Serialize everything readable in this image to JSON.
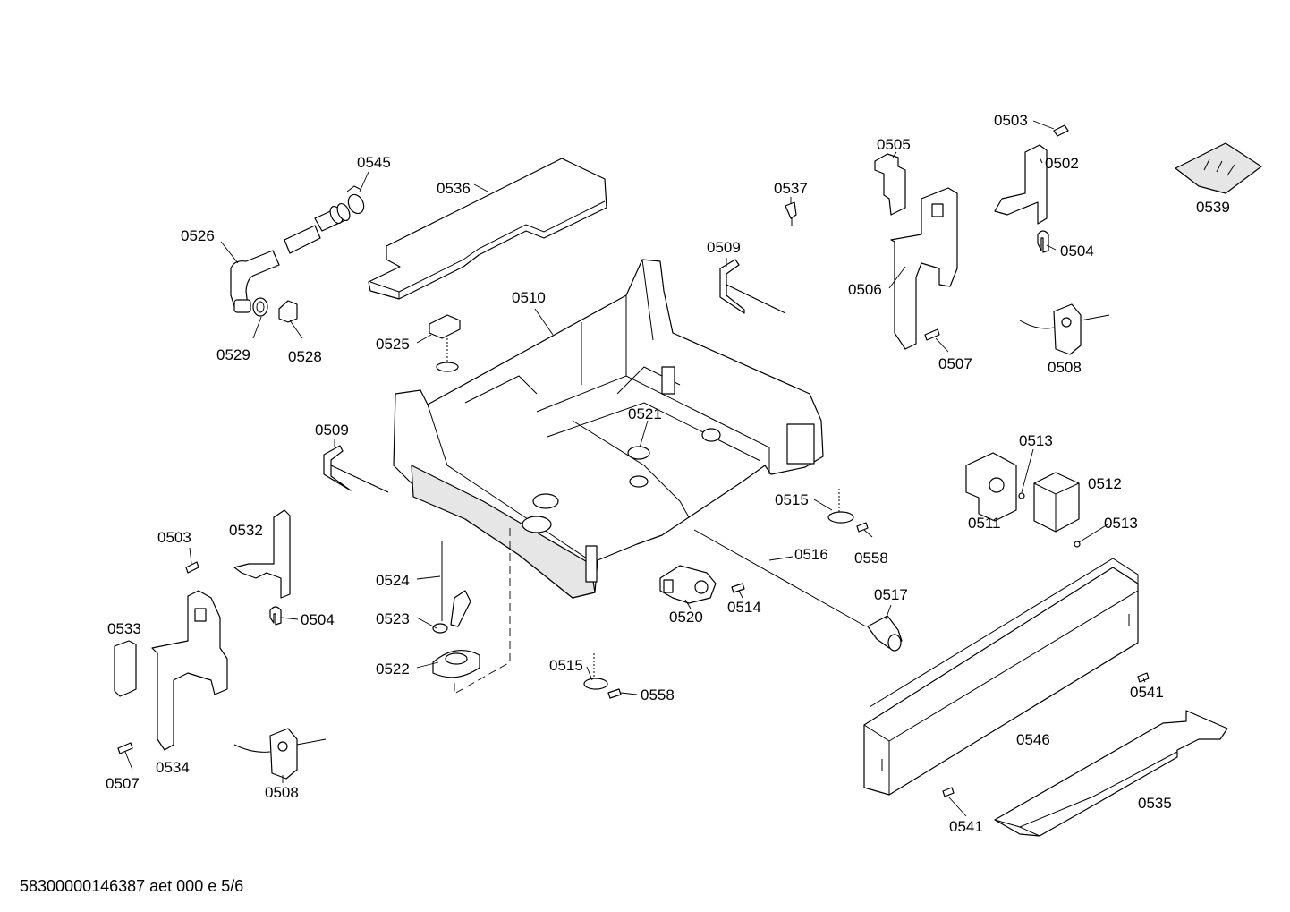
{
  "footer": "58300000146387 aet 000 e 5/6",
  "labels": [
    {
      "id": "l0545",
      "text": "0545"
    },
    {
      "id": "l0536",
      "text": "0536"
    },
    {
      "id": "l0526",
      "text": "0526"
    },
    {
      "id": "l0529",
      "text": "0529"
    },
    {
      "id": "l0528",
      "text": "0528"
    },
    {
      "id": "l0525",
      "text": "0525"
    },
    {
      "id": "l0510",
      "text": "0510"
    },
    {
      "id": "l0509a",
      "text": "0509"
    },
    {
      "id": "l0537",
      "text": "0537"
    },
    {
      "id": "l0505",
      "text": "0505"
    },
    {
      "id": "l0503a",
      "text": "0503"
    },
    {
      "id": "l0502",
      "text": "0502"
    },
    {
      "id": "l0539",
      "text": "0539"
    },
    {
      "id": "l0504a",
      "text": "0504"
    },
    {
      "id": "l0506",
      "text": "0506"
    },
    {
      "id": "l0507a",
      "text": "0507"
    },
    {
      "id": "l0508a",
      "text": "0508"
    },
    {
      "id": "l0521",
      "text": "0521"
    },
    {
      "id": "l0509b",
      "text": "0509"
    },
    {
      "id": "l0513a",
      "text": "0513"
    },
    {
      "id": "l0512",
      "text": "0512"
    },
    {
      "id": "l0511",
      "text": "0511"
    },
    {
      "id": "l0513b",
      "text": "0513"
    },
    {
      "id": "l0515a",
      "text": "0515"
    },
    {
      "id": "l0558a",
      "text": "0558"
    },
    {
      "id": "l0516",
      "text": "0516"
    },
    {
      "id": "l0503b",
      "text": "0503"
    },
    {
      "id": "l0532",
      "text": "0532"
    },
    {
      "id": "l0524",
      "text": "0524"
    },
    {
      "id": "l0517",
      "text": "0517"
    },
    {
      "id": "l0520",
      "text": "0520"
    },
    {
      "id": "l0514",
      "text": "0514"
    },
    {
      "id": "l0504b",
      "text": "0504"
    },
    {
      "id": "l0533",
      "text": "0533"
    },
    {
      "id": "l0523",
      "text": "0523"
    },
    {
      "id": "l0522",
      "text": "0522"
    },
    {
      "id": "l0515b",
      "text": "0515"
    },
    {
      "id": "l0558b",
      "text": "0558"
    },
    {
      "id": "l0541a",
      "text": "0541"
    },
    {
      "id": "l0546",
      "text": "0546"
    },
    {
      "id": "l0534",
      "text": "0534"
    },
    {
      "id": "l0507b",
      "text": "0507"
    },
    {
      "id": "l0508b",
      "text": "0508"
    },
    {
      "id": "l0535",
      "text": "0535"
    },
    {
      "id": "l0541b",
      "text": "0541"
    }
  ]
}
